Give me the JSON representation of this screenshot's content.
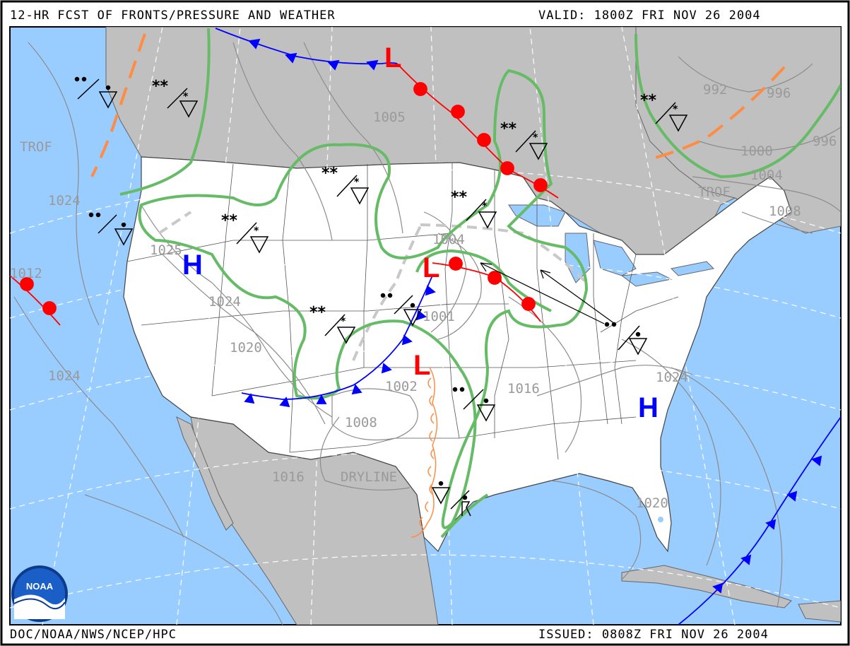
{
  "header": {
    "title": "12-HR FCST OF FRONTS/PRESSURE AND WEATHER",
    "valid": "VALID: 1800Z FRI NOV 26 2004"
  },
  "footer": {
    "source": "DOC/NOAA/NWS/NCEP/HPC",
    "issued": "ISSUED: 0808Z FRI NOV 26 2004"
  },
  "logo": {
    "text": "NOAA"
  },
  "pressure_centers": [
    {
      "type": "L",
      "color": "#ff0000"
    },
    {
      "type": "L",
      "color": "#ff0000"
    },
    {
      "type": "L",
      "color": "#ff0000"
    },
    {
      "type": "H",
      "color": "#0000ff"
    },
    {
      "type": "H",
      "color": "#0000ff"
    }
  ],
  "isobar_labels": [
    "1005",
    "1024",
    "1025",
    "1024",
    "1020",
    "1024",
    "1004",
    "1001",
    "1002",
    "1008",
    "1016",
    "1016",
    "1024",
    "1020",
    "992",
    "996",
    "1000",
    "1004",
    "996",
    "1008",
    "1012"
  ],
  "feature_labels": [
    "TROF",
    "TROF",
    "DRYLINE"
  ],
  "colors": {
    "ocean": "#99ccff",
    "land_us": "#ffffff",
    "land_other": "#c0c0c0",
    "cold_front": "#0000ff",
    "warm_front": "#ff0000",
    "trough": "#ff8c42",
    "precip_area": "#66bb66",
    "isobar": "#999999"
  },
  "icons": [
    "noaa-logo-icon",
    "snow-shower-icon",
    "snow-icon",
    "rain-shower-icon",
    "thunderstorm-icon"
  ]
}
